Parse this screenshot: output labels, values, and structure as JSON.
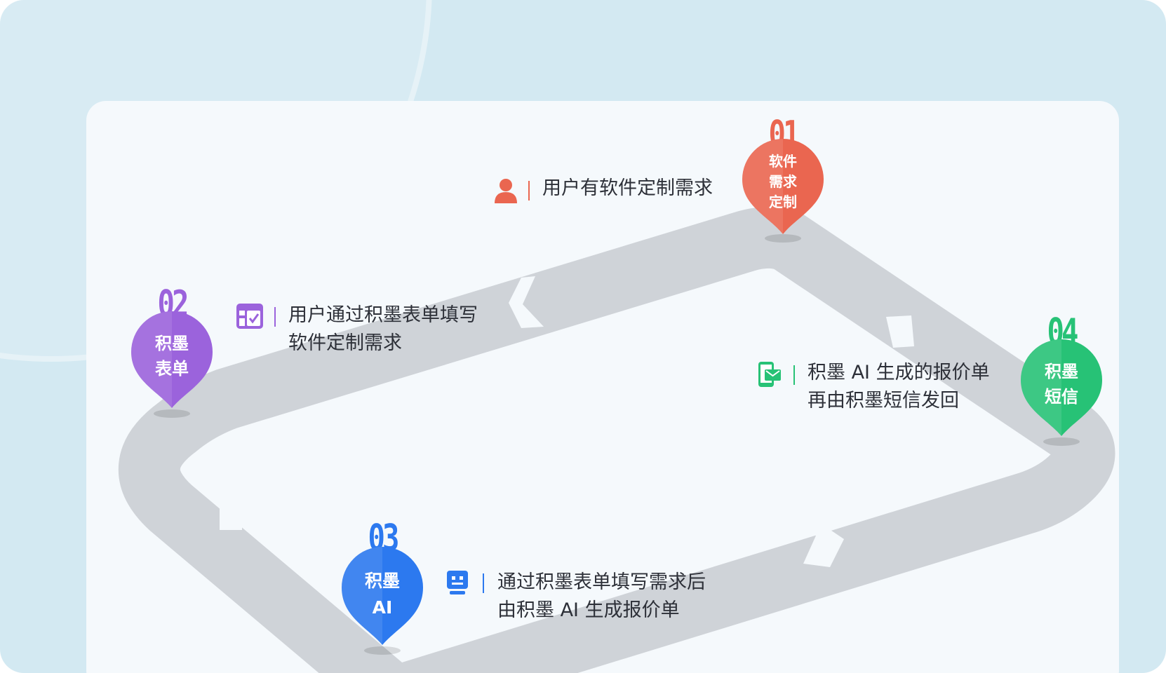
{
  "colors": {
    "step1": "#ea6650",
    "step2": "#9b63dc",
    "step3": "#2c79ef",
    "step4": "#27c276",
    "track": "#cfd3d8",
    "card": "#f5f9fc",
    "outer": "#d3e9f2"
  },
  "steps": [
    {
      "number": "01",
      "pin_lines": [
        "软件",
        "需求",
        "定制"
      ],
      "icon": "user-icon",
      "text_lines": [
        "用户有软件定制需求"
      ]
    },
    {
      "number": "02",
      "pin_lines": [
        "积墨",
        "表单"
      ],
      "icon": "form-icon",
      "text_lines": [
        "用户通过积墨表单填写",
        "软件定制需求"
      ]
    },
    {
      "number": "03",
      "pin_lines": [
        "积墨",
        "AI"
      ],
      "icon": "robot-icon",
      "text_lines": [
        "通过积墨表单填写需求后",
        "由积墨 AI 生成报价单"
      ]
    },
    {
      "number": "04",
      "pin_lines": [
        "积墨",
        "短信"
      ],
      "icon": "sms-icon",
      "text_lines": [
        "积墨 AI 生成的报价单",
        "再由积墨短信发回"
      ]
    }
  ]
}
